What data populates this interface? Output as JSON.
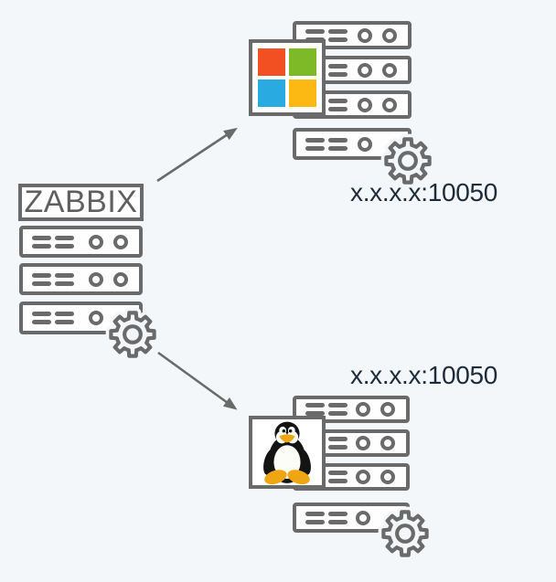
{
  "zabbix_server": {
    "title": "ZABBIX"
  },
  "hosts": {
    "windows": {
      "address": "x.x.x.x:10050"
    },
    "linux": {
      "address": "x.x.x.x:10050"
    }
  },
  "icons": {
    "zabbix_gear": "gear-icon",
    "windows_logo": "microsoft-windows-logo",
    "linux_logo": "tux-penguin-logo",
    "server_rack": "rack-server-icon",
    "connections": "arrow-connectors"
  },
  "colors": {
    "background": "#f4f7fa",
    "outline": "#6a6a6a",
    "address_text": "#1e2c3a",
    "zabbix_title_text": "#5f5f5f",
    "windows_red": "#f25022",
    "windows_green": "#7eb928",
    "windows_blue": "#29abe2",
    "windows_yellow": "#fcb913",
    "tux_body": "#141414",
    "tux_belly": "#fdfdf8",
    "tux_accent": "#f0a513"
  }
}
